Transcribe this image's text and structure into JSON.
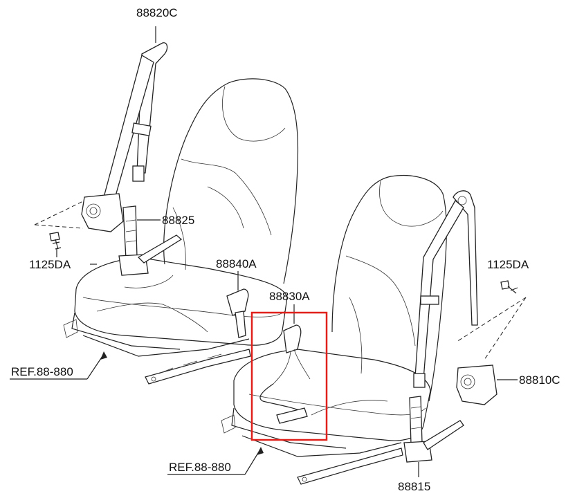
{
  "labels": {
    "p88820C": "88820C",
    "p88825": "88825",
    "p1125DA_left": "1125DA",
    "p88840A": "88840A",
    "p88830A": "88830A",
    "p1125DA_right": "1125DA",
    "p88810C": "88810C",
    "p88815": "88815",
    "ref_left": "REF.88-880",
    "ref_right": "REF.88-880"
  },
  "colors": {
    "line": "#222222",
    "highlight_box": "#e0201b",
    "background": "#ffffff"
  }
}
